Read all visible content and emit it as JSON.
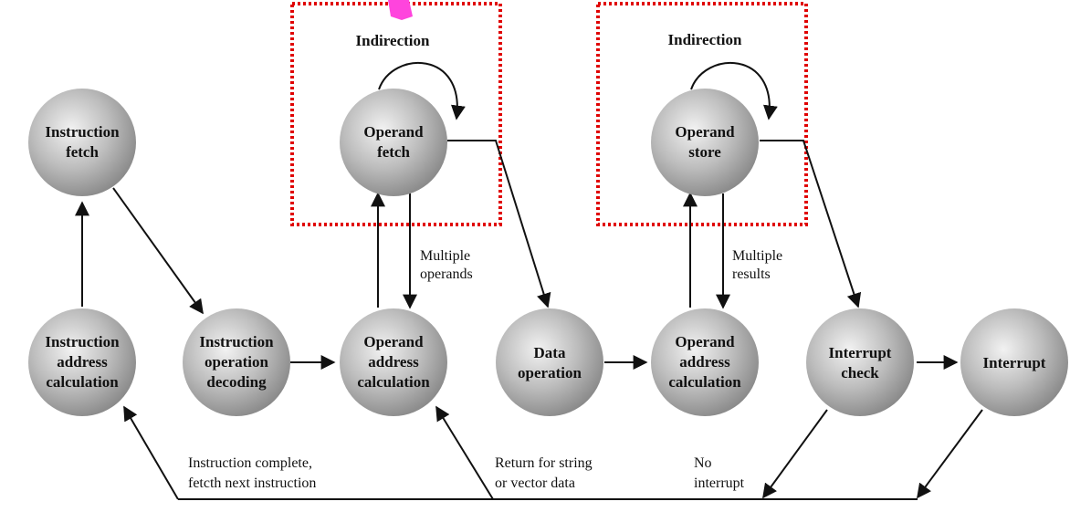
{
  "colors": {
    "box_border": "#e00000",
    "highlight": "#ff44dd"
  },
  "nodes": {
    "instruction_fetch": [
      "Instruction",
      "fetch"
    ],
    "instruction_address_calculation": [
      "Instruction",
      "address",
      "calculation"
    ],
    "instruction_operation_decoding": [
      "Instruction",
      "operation",
      "decoding"
    ],
    "operand_fetch": [
      "Operand",
      "fetch"
    ],
    "operand_address_calculation_1": [
      "Operand",
      "address",
      "calculation"
    ],
    "data_operation": [
      "Data",
      "operation"
    ],
    "operand_store": [
      "Operand",
      "store"
    ],
    "operand_address_calculation_2": [
      "Operand",
      "address",
      "calculation"
    ],
    "interrupt_check": [
      "Interrupt",
      "check"
    ],
    "interrupt": [
      "Interrupt"
    ]
  },
  "boxes": {
    "left_title": "Indirection",
    "right_title": "Indirection"
  },
  "notes": {
    "multiple_operands": [
      "Multiple",
      "operands"
    ],
    "multiple_results": [
      "Multiple",
      "results"
    ],
    "instruction_complete": [
      "Instruction complete,",
      "fetcth next instruction"
    ],
    "return_string": [
      "Return for string",
      "or vector data"
    ],
    "no_interrupt": [
      "No",
      "interrupt"
    ]
  }
}
